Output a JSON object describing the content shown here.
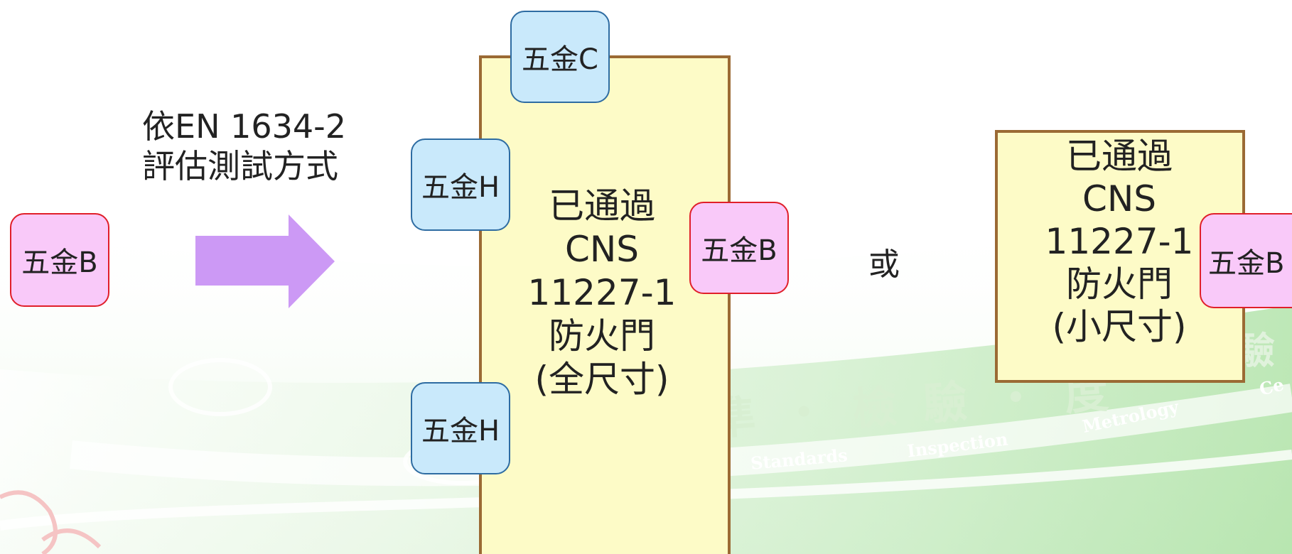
{
  "left_hardware": {
    "label": "五金B"
  },
  "method": {
    "line1": "依EN 1634-2",
    "line2": "評估測試方式"
  },
  "full_door": {
    "lines": [
      "已通過",
      "CNS",
      "11227-1",
      "防火門",
      "(全尺寸)"
    ],
    "hardware": {
      "top": "五金C",
      "left_upper": "五金H",
      "left_lower": "五金H",
      "right": "五金B"
    }
  },
  "or_label": "或",
  "small_door": {
    "lines": [
      "已通過",
      "CNS",
      "11227-1",
      "防火門",
      "(小尺寸)"
    ],
    "hardware": {
      "right": "五金B"
    }
  },
  "watermark": {
    "chinese": "準 ‧ 檢 驗 ‧ 度",
    "chinese_right": "驗",
    "english": [
      "Standards",
      "Inspection",
      "Metrology",
      "Ce"
    ]
  },
  "colors": {
    "pink_fill": "#f9c9f9",
    "pink_border": "#e01f2a",
    "blue_fill": "#c9e9fb",
    "blue_border": "#2e6ca2",
    "door_fill": "#fdfbc7",
    "door_border": "#9b6a34",
    "arrow": "#cc99f5"
  }
}
